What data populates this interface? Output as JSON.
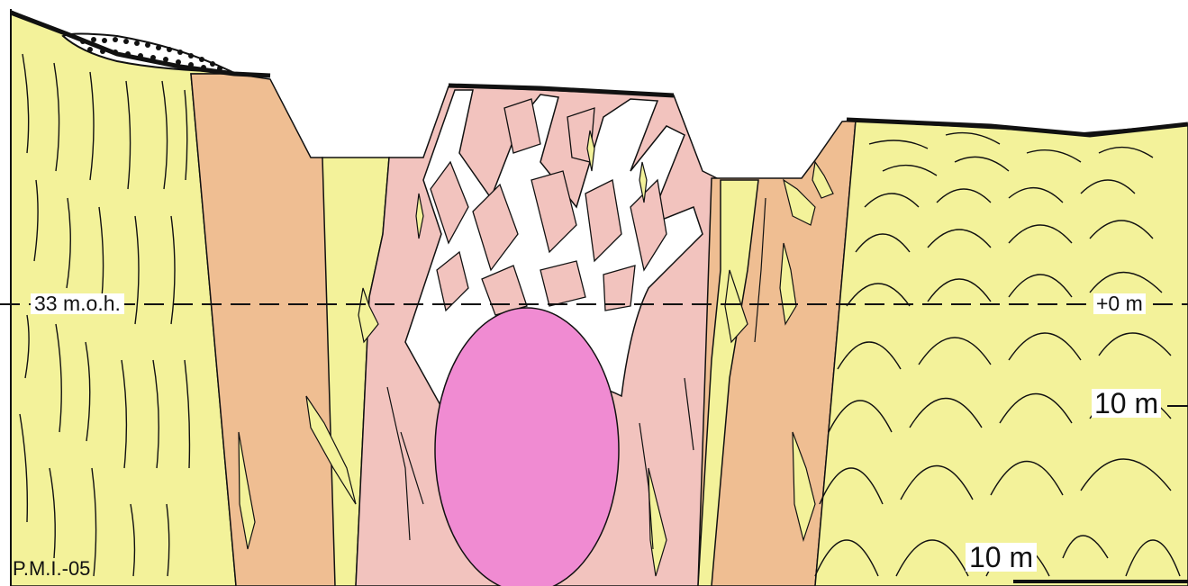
{
  "figure": {
    "labels": {
      "datum": "33 m.o.h.",
      "depth_zero": "+0 m",
      "depth_ten": "10 m",
      "scale_bar": "10 m",
      "profile_id": "P.M.I.-05"
    },
    "colors": {
      "host_rock_yellow": "#F3F29A",
      "alteration_orange": "#EFBE92",
      "altered_pink": "#F2C3BE",
      "intrusion_magenta": "#F08BD2",
      "breccia_white": "#FFFFFF",
      "outline": "#111111"
    }
  }
}
